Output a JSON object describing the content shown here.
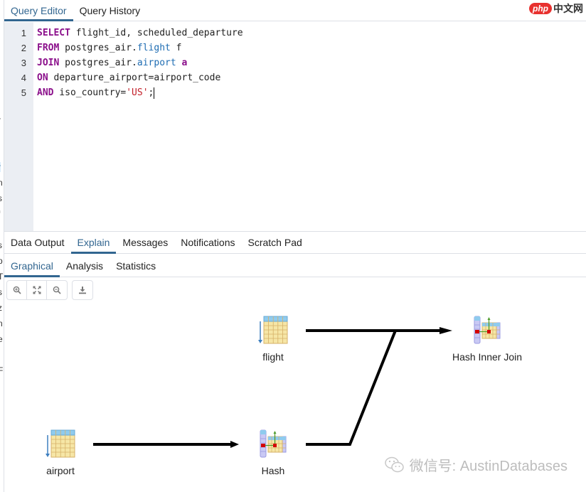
{
  "top_tabs": [
    {
      "label": "Query Editor",
      "active": true
    },
    {
      "label": "Query History",
      "active": false
    }
  ],
  "logo": {
    "php": "php",
    "cn": "中文网"
  },
  "editor": {
    "line_numbers": [
      "1",
      "2",
      "3",
      "4",
      "5"
    ],
    "lines": [
      [
        {
          "t": "SELECT",
          "c": "kw"
        },
        {
          "t": " flight_id, scheduled_departure",
          "c": ""
        }
      ],
      [
        {
          "t": "FROM",
          "c": "kw"
        },
        {
          "t": " postgres_air.",
          "c": ""
        },
        {
          "t": "flight",
          "c": "tb"
        },
        {
          "t": " f",
          "c": ""
        }
      ],
      [
        {
          "t": "JOIN",
          "c": "kw"
        },
        {
          "t": " postgres_air.",
          "c": ""
        },
        {
          "t": "airport",
          "c": "tb"
        },
        {
          "t": " ",
          "c": ""
        },
        {
          "t": "a",
          "c": "kw"
        }
      ],
      [
        {
          "t": "ON",
          "c": "kw"
        },
        {
          "t": " departure_airport=airport_code",
          "c": ""
        }
      ],
      [
        {
          "t": "AND",
          "c": "kw"
        },
        {
          "t": " iso_country=",
          "c": ""
        },
        {
          "t": "'US'",
          "c": "str"
        },
        {
          "t": ";",
          "c": ""
        }
      ]
    ]
  },
  "result_tabs": [
    {
      "label": "Data Output",
      "active": false
    },
    {
      "label": "Explain",
      "active": true
    },
    {
      "label": "Messages",
      "active": false
    },
    {
      "label": "Notifications",
      "active": false
    },
    {
      "label": "Scratch Pad",
      "active": false
    }
  ],
  "explain_tabs": [
    {
      "label": "Graphical",
      "active": true
    },
    {
      "label": "Analysis",
      "active": false
    },
    {
      "label": "Statistics",
      "active": false
    }
  ],
  "toolbar": {
    "zoom_in": "zoom-in-icon",
    "zoom_fit": "zoom-fit-icon",
    "zoom_out": "zoom-out-icon",
    "download": "download-icon"
  },
  "plan_nodes": {
    "flight": {
      "label": "flight",
      "type": "seq-scan"
    },
    "hash_join": {
      "label": "Hash Inner Join",
      "type": "hash-join"
    },
    "airport": {
      "label": "airport",
      "type": "seq-scan"
    },
    "hash": {
      "label": "Hash",
      "type": "hash"
    }
  },
  "watermark": {
    "text": "微信号: AustinDatabases"
  },
  "colors": {
    "accent": "#326690",
    "keyword": "#8b0f8b",
    "table_name": "#1f6db3",
    "string": "#c3202a",
    "gutter_bg": "#ebeef3"
  }
}
